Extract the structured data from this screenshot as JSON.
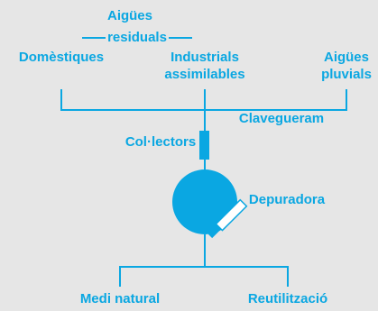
{
  "colors": {
    "background": "#e6e6e6",
    "accent": "#0aa7e2",
    "lens": "#ffffff"
  },
  "labels": {
    "aigues_line1": "Aigües",
    "aigues_line2": "residuals",
    "domestiques": "Domèstiques",
    "industrials_line1": "Industrials",
    "industrials_line2": "assimilables",
    "pluvials_line1": "Aigües",
    "pluvials_line2": "pluvials",
    "clavegueram": "Clavegueram",
    "collectors": "Col·lectors",
    "depuradora": "Depuradora",
    "medi_natural": "Medi natural",
    "reutilitzacio": "Reutilització"
  }
}
